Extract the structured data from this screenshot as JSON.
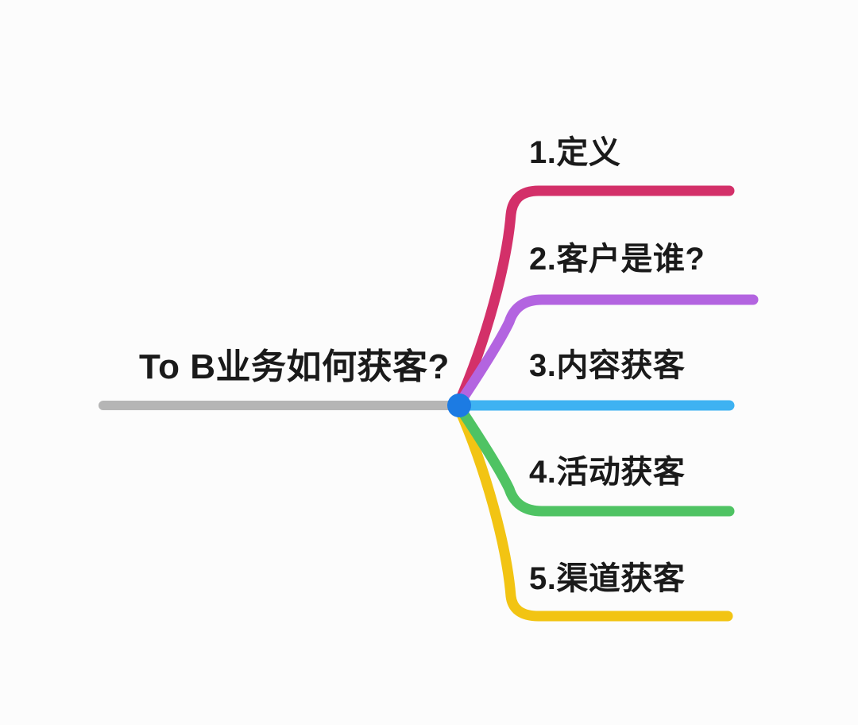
{
  "canvas": {
    "background": "#FCFCFC",
    "text_color": "#1A1A1A"
  },
  "mindmap": {
    "root": {
      "label": "To B业务如何获客?",
      "line_color": "#B5B5B5",
      "node_color": "#1C7BE3"
    },
    "branches": [
      {
        "label": "1.定义",
        "color": "#D33069"
      },
      {
        "label": "2.客户是谁?",
        "color": "#B364E0"
      },
      {
        "label": "3.内容获客",
        "color": "#3EB2F2"
      },
      {
        "label": "4.活动获客",
        "color": "#4FC363"
      },
      {
        "label": "5.渠道获客",
        "color": "#F2C413"
      }
    ]
  }
}
